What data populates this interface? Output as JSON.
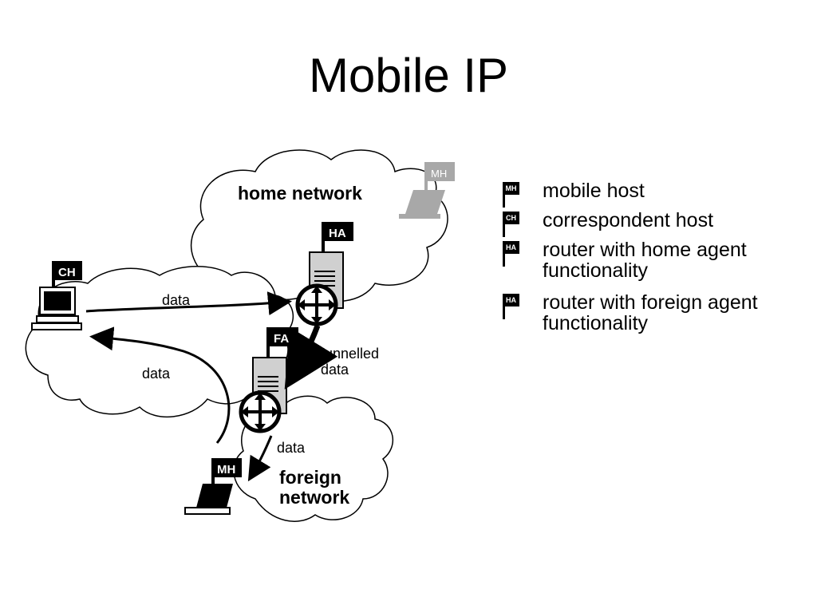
{
  "title": "Mobile IP",
  "diagram": {
    "home_network": "home network",
    "foreign_network_line1": "foreign",
    "foreign_network_line2": "network",
    "ch_tag": "CH",
    "ha_tag": "HA",
    "fa_tag": "FA",
    "mh_home_tag": "MH",
    "mh_foreign_tag": "MH",
    "data_ch_to_ha": "data",
    "data_mh_to_ch": "data",
    "data_fa_to_mh": "data",
    "tunnelled_line1": "tunnelled",
    "tunnelled_line2": "data"
  },
  "legend": [
    {
      "tag": "MH",
      "text": "mobile host"
    },
    {
      "tag": "CH",
      "text": "correspondent host"
    },
    {
      "tag": "HA",
      "text": "router with home agent functionality"
    },
    {
      "tag": "HA",
      "text": "router with foreign agent functionality"
    }
  ],
  "colors": {
    "ink": "#000000",
    "ghost": "#a8a8a8",
    "router_gray": "#d0d0d0"
  }
}
